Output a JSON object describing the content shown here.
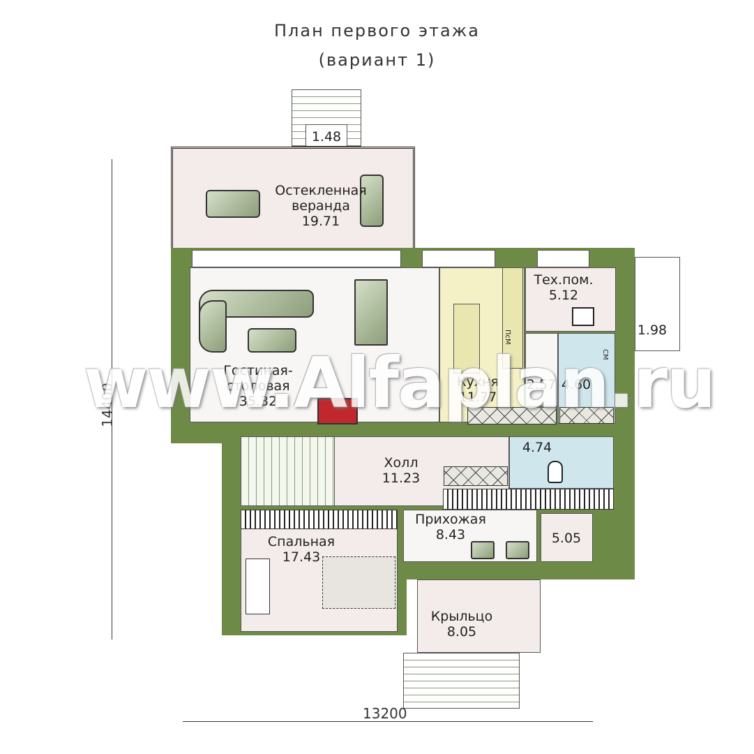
{
  "title": {
    "line1": "План первого этажа",
    "line2": "(вариант 1)"
  },
  "rooms": {
    "entry_steps_top": {
      "area": "1.48"
    },
    "veranda": {
      "name_1": "Остекленная",
      "name_2": "веранда",
      "area": "19.71"
    },
    "living": {
      "name_1": "Гостиная-",
      "name_2": "столовая",
      "area": "35.32"
    },
    "kitchen": {
      "name": "Кухня",
      "area": "11.77"
    },
    "tech": {
      "name": "Тех.пом.",
      "area": "5.12"
    },
    "side_porch": {
      "area": "1.98"
    },
    "corridor_small": {
      "area": "2.57"
    },
    "bath_1": {
      "area": "4.60"
    },
    "hall": {
      "name": "Холл",
      "area": "11.23"
    },
    "bath_2": {
      "area": "4.74"
    },
    "bedroom": {
      "name": "Спальная",
      "area": "17.43"
    },
    "entrance": {
      "name": "Прихожая",
      "area": "8.43"
    },
    "closet": {
      "area": "5.05"
    },
    "porch": {
      "name": "Крыльцо",
      "area": "8.05"
    }
  },
  "appliance_labels": {
    "dishwasher": "ПсМ",
    "washer": "СМ"
  },
  "dimensions": {
    "height": "14400",
    "width": "13200"
  },
  "watermark": "www.Alfaplan.ru",
  "colors": {
    "wall": "#6e8a47",
    "room": "#f3ecea",
    "kitchen": "#f4f1c6",
    "bath": "#cfe7ec",
    "hall": "#e3efd6"
  }
}
